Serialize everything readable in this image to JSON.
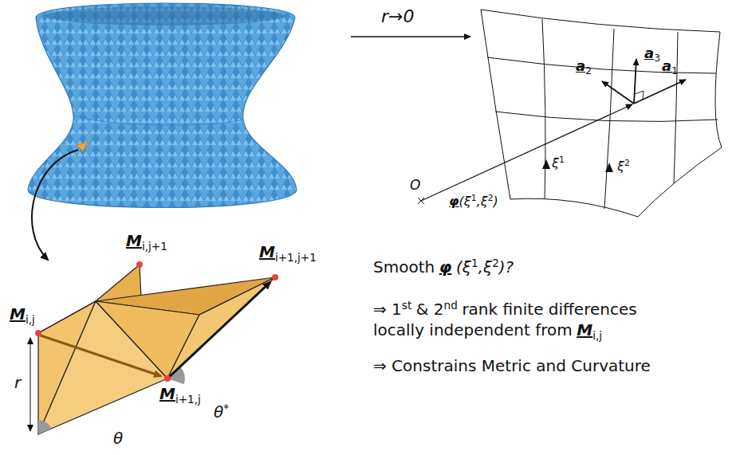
{
  "diagram": {
    "labels": [
      "r→0",
      "a",
      "2",
      "a",
      "3",
      "a",
      "1",
      "ξ",
      "1",
      "ξ",
      "2",
      "O",
      "φ",
      "(ξ",
      "1",
      ",ξ",
      "2",
      ")",
      "M",
      "i,j+1",
      "M",
      "i+1,j+1",
      "M",
      "i,j",
      "M",
      "i+1,j",
      "r",
      "θ",
      "θ",
      "*",
      "Smooth",
      "φ",
      "(ξ",
      "1",
      ",ξ",
      "2",
      ")?",
      "⇒ 1",
      "st",
      "& 2",
      "nd",
      "rank finite differences",
      "locally independent from",
      "M",
      "i,j",
      "⇒ Constrains Metric and Curvature"
    ]
  }
}
